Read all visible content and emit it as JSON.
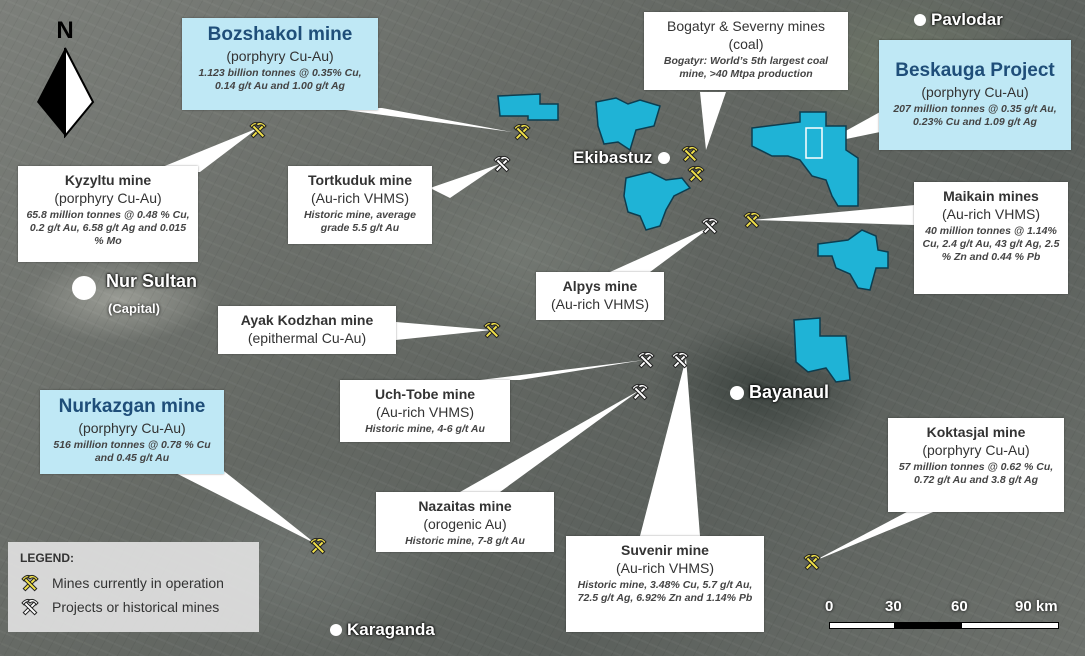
{
  "north_label": "N",
  "cities": {
    "pavlodar": "Pavlodar",
    "ekibastuz": "Ekibastuz",
    "nur_sultan": "Nur Sultan",
    "nur_sultan_sub": "(Capital)",
    "bayanaul": "Bayanaul",
    "karaganda": "Karaganda"
  },
  "callouts": {
    "bozshakol": {
      "name": "Bozshakol mine",
      "type": "(porphyry Cu-Au)",
      "note": "1.123 billion tonnes @ 0.35% Cu, 0.14 g/t Au and 1.00 g/t Ag"
    },
    "bogatyr": {
      "name": "Bogatyr & Severny mines",
      "type": "(coal)",
      "note": "Bogatyr: World’s 5th largest coal mine, >40 Mtpa production"
    },
    "beskauga": {
      "name": "Beskauga Project",
      "type": "(porphyry Cu-Au)",
      "note": "207 million tonnes @ 0.35 g/t Au, 0.23% Cu and 1.09 g/t Ag"
    },
    "kyzyltu": {
      "name": "Kyzyltu mine",
      "type": "(porphyry Cu-Au)",
      "note": "65.8 million tonnes @ 0.48 % Cu, 0.2 g/t Au, 6.58 g/t Ag and 0.015 % Mo"
    },
    "tortkuduk": {
      "name": "Tortkuduk mine",
      "type": "(Au-rich VHMS)",
      "note": "Historic mine, average grade 5.5 g/t Au"
    },
    "maikain": {
      "name": "Maikain mines",
      "type": "(Au-rich VHMS)",
      "note": "40 million tonnes @ 1.14% Cu, 2.4 g/t Au, 43 g/t Ag, 2.5 % Zn and 0.44 % Pb"
    },
    "alpys": {
      "name": "Alpys mine",
      "type": "(Au-rich VHMS)",
      "note": ""
    },
    "ayak": {
      "name": "Ayak Kodzhan mine",
      "type": "(epithermal Cu-Au)",
      "note": ""
    },
    "uchtobe": {
      "name": "Uch-Tobe mine",
      "type": "(Au-rich VHMS)",
      "note": "Historic mine, 4-6 g/t Au"
    },
    "nurkazgan": {
      "name": "Nurkazgan mine",
      "type": "(porphyry Cu-Au)",
      "note": "516 million tonnes @ 0.78 % Cu and 0.45 g/t Au"
    },
    "koktasjal": {
      "name": "Koktasjal mine",
      "type": "(porphyry Cu-Au)",
      "note": "57 million tonnes @ 0.62 % Cu, 0.72 g/t Au and 3.8 g/t Ag"
    },
    "nazaitas": {
      "name": "Nazaitas mine",
      "type": "(orogenic Au)",
      "note": "Historic mine, 7-8 g/t Au"
    },
    "suvenir": {
      "name": "Suvenir mine",
      "type": "(Au-rich VHMS)",
      "note": "Historic mine, 3.48% Cu, 5.7 g/t Au, 72.5 g/t Ag, 6.92% Zn and 1.14% Pb"
    }
  },
  "legend": {
    "title": "LEGEND:",
    "operating": "Mines currently in operation",
    "historical": "Projects or historical mines"
  },
  "scale": {
    "labels": [
      "0",
      "30",
      "60",
      "90 km"
    ]
  },
  "colors": {
    "licence_area": "#1fb3d6",
    "callout_highlight": "#bfe8f5",
    "operating_mine": "#f2e24a",
    "historical_mine": "#ffffff"
  }
}
